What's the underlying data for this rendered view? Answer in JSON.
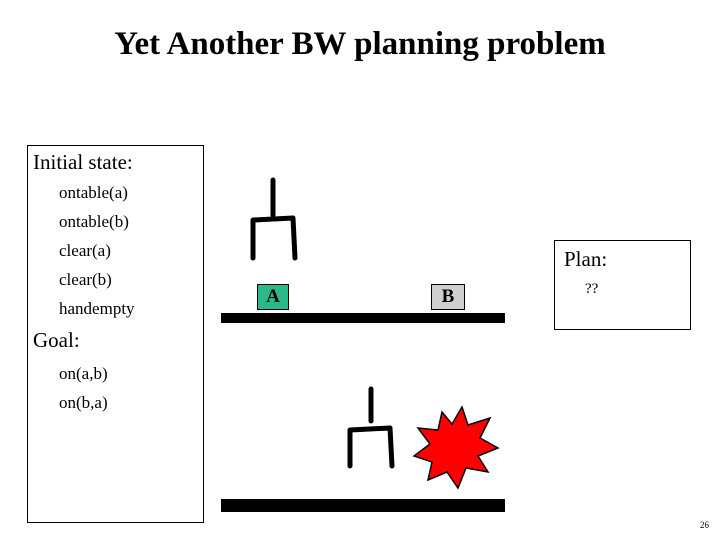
{
  "slide": {
    "title": "Yet Another BW planning problem",
    "page_number": "26"
  },
  "initial_state": {
    "heading": "Initial state:",
    "facts": [
      "ontable(a)",
      "ontable(b)",
      "clear(a)",
      "clear(b)",
      "handempty"
    ]
  },
  "goal": {
    "heading": "Goal:",
    "facts": [
      "on(a,b)",
      "on(b,a)"
    ]
  },
  "plan": {
    "heading": "Plan:",
    "value": "??"
  },
  "scene": {
    "block_a_label": "A",
    "block_b_label": "B",
    "block_a_color": "#2db88a",
    "block_b_color": "#cfcfcf",
    "explosion_color": "#ff0000"
  }
}
